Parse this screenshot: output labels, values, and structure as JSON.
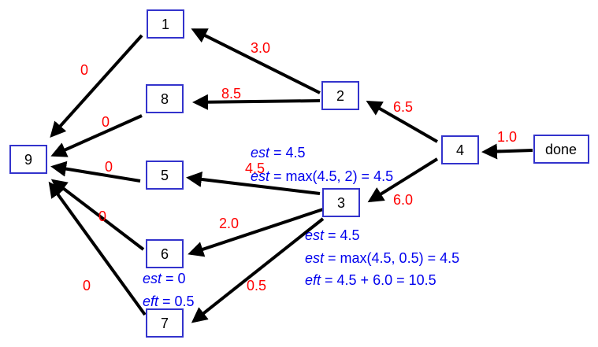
{
  "colors": {
    "node_border": "#3333cc",
    "edge": "#000000",
    "weight": "#ff0000",
    "annotation": "#0000ee"
  },
  "nodes": {
    "n1": "1",
    "n8": "8",
    "n9": "9",
    "n5": "5",
    "n2": "2",
    "n4": "4",
    "n3": "3",
    "n6": "6",
    "n7": "7",
    "done": "done"
  },
  "weights": {
    "w_1_9": "0",
    "w_8_9": "0",
    "w_5_9": "0",
    "w_6_9": "0",
    "w_7_9": "0",
    "w_2_1": "3.0",
    "w_2_8": "8.5",
    "w_4_2": "6.5",
    "w_done_4": "1.0",
    "w_4_3": "6.0",
    "w_3_5": "4.5",
    "w_3_6": "2.0",
    "w_3_7": "0.5"
  },
  "annotations": {
    "node5": [
      {
        "var": "est",
        "expr": " = 4.5"
      },
      {
        "var": "est",
        "expr": " = max(4.5, 2) = 4.5"
      }
    ],
    "node3": [
      {
        "var": "est",
        "expr": " = 4.5"
      },
      {
        "var": "est",
        "expr": " = max(4.5, 0.5) = 4.5"
      },
      {
        "var": "eft",
        "expr": " = 4.5 + 6.0 = 10.5"
      }
    ],
    "node6": [
      {
        "var": "est",
        "expr": " = 0"
      },
      {
        "var": "eft",
        "expr": " = 0.5"
      }
    ]
  }
}
